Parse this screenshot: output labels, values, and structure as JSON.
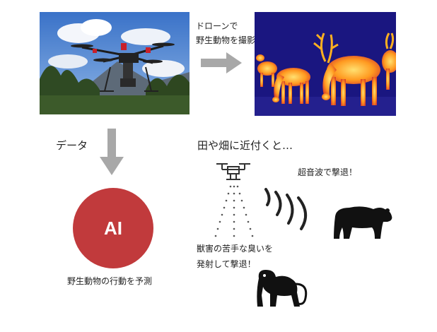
{
  "colors": {
    "arrow_gray": "#a8a8a8",
    "ai_red": "#c13a3c",
    "thermal_bg": "#1a1680",
    "thermal_hot": "#ffb020"
  },
  "captions": {
    "drone_line1": "ドローンで",
    "drone_line2": "野生動物を撮影",
    "data": "データ",
    "approach": "田や畑に近付くと…",
    "ultrasonic": "超音波で撃退！",
    "odor_line1": "獣害の苦手な臭いを",
    "odor_line2": "発射して撃退！",
    "predict": "野生動物の行動を予測"
  },
  "ai": {
    "label": "AI"
  },
  "icons": [
    "drone-photo",
    "thermal-deer-image",
    "right-arrow-icon",
    "down-arrow-icon",
    "drone-icon",
    "spray-icon",
    "sound-wave-icon",
    "bear-icon",
    "monkey-icon"
  ]
}
